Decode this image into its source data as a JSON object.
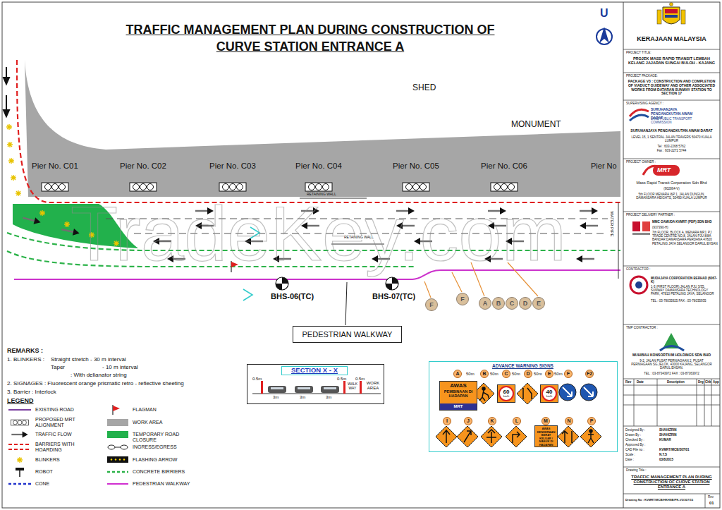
{
  "diagram": {
    "title": "TRAFFIC MANAGEMENT PLAN DURING CONSTRUCTION OF CURVE STATION ENTRANCE A",
    "nodes": [
      {
        "text": [
          "PEDESTRIAN WALKWAY"
        ]
      },
      {
        "text": [
          "F"
        ]
      },
      {
        "text": [
          "F"
        ]
      },
      {
        "text": [
          "A"
        ]
      },
      {
        "text": [
          "B"
        ]
      },
      {
        "text": [
          "C"
        ]
      },
      {
        "text": [
          "D"
        ]
      },
      {
        "text": [
          "E"
        ]
      },
      {
        "text": [
          "SECTION X - X"
        ]
      },
      {
        "text": [
          "ADVANCE WARNING SIGNS"
        ]
      },
      {
        "text": [
          "A"
        ],
        "in": 9
      },
      {
        "text": [
          "B"
        ],
        "in": 9
      },
      {
        "text": [
          "C"
        ],
        "in": 9
      },
      {
        "text": [
          "D"
        ],
        "in": 9
      },
      {
        "text": [
          "E"
        ],
        "in": 9
      },
      {
        "text": [
          "F"
        ],
        "in": 9
      },
      {
        "text": [
          "F2"
        ],
        "in": 9
      },
      {
        "text": [
          "AWAS",
          "PEMBINAAN DI HADAPAN",
          "MRT"
        ],
        "in": 9
      },
      {
        "text": [
          "60",
          "km/h"
        ],
        "in": 9
      },
      {
        "text": [
          "40",
          "km/h"
        ],
        "in": 9
      },
      {
        "text": [
          "I"
        ],
        "in": 9
      },
      {
        "text": [
          "J"
        ],
        "in": 9
      },
      {
        "text": [
          "K"
        ],
        "in": 9
      },
      {
        "text": [
          "L"
        ],
        "in": 9
      },
      {
        "text": [
          "M"
        ],
        "in": 9
      },
      {
        "text": [
          "N"
        ],
        "in": 9
      },
      {
        "text": [
          "P"
        ],
        "in": 9
      },
      {
        "text": [
          "AWAS KENDERAAN BERAT KELUAR / MASUK DI HADAPAN"
        ],
        "in": 9
      },
      {
        "text": [
          "KERAJAAN MALAYSIA"
        ]
      },
      {
        "text": [
          "PROJECT TITLE:",
          "PROJEK MASS RAPID TRANSIT LEMBAH KELANG JAJARAN SUNGAI BULOH - KAJANG"
        ]
      },
      {
        "text": [
          "PROJECT PACKAGE:",
          "PACKAGE V3 : CONSTRUCTION AND COMPLETION OF VIADUCT GUIDEWAY AND OTHER ASSOCIATED WORKS FROM DATARAN SUNWAY STATION TO SECTION 17"
        ]
      },
      {
        "text": [
          "SUPERVISING AGENCY :",
          "SURUHANJAYA PENGANGKUTAN AWAM DARAT",
          "LAND PUBLIC TRANSPORT COMMISSION",
          "SURUHANJAYA PENGANGKUTAN AWAM DARAT",
          "LEVEL 15, 1 SENTRAL JALAN TRAVERS 50470 KUALA LUMPUR",
          "Tel : 603-2268 5762",
          "Fax : 603-2272 5744"
        ]
      },
      {
        "text": [
          "PROJECT OWNER :",
          "MRT",
          "Mass Rapid Transit Corporation Sdn Bhd",
          "(902864-V)",
          "5th FLOOR MENARA I&P 1, JALAN DUNGUN, DAMANSARA HEIGHTS, 50490 KUALA LUMPUR"
        ]
      },
      {
        "text": [
          "PROJECT DELIVERY PARTNER :",
          "MMC GAMUDA KVMRT (PDP) SDN BHD",
          "(937390-H)",
          "7th FLOOR, BLOCK A, MENARA MPJ, PJ TRADE CENTRE NO.8, JALAN PJU 8/8A BANDAR DAMANSARA PERDANA 47820 PETALING JAYA SELANGOR DARUL EHSAN"
        ]
      },
      {
        "text": [
          "CONTRACTOR :",
          "MUDAJAYA CORPORATION BERHAD (6067-K)",
          "1-3 (FIRST FLOOR),JALAN PJU 3/35, SUNWAY DAMANSARA TECHNOLOGY PARK, 47810 PETALING JAYA, SELANGOR",
          "TEL : 03-78035925 FAX : 03-78035935"
        ]
      },
      {
        "text": [
          "TMP CONTRACTOR :",
          "MUHIBAH KONSORTIUM HOLDINGS SDN BHD",
          "9-2, JALAN PUSAT PERNIAGAAN 2, PUSAT PERNIAGAAN SG.JELOK, 43000 KAJANG, SELANGOR DARUL EHSAN.",
          "TEL : 03-87343972 FAX : 03-87363972"
        ]
      },
      {
        "text": [
          "Drawing Title :",
          "TRAFFIC MANAGEMENT PLAN DURING CONSTRUCTION OF CURVE STATION ENTRANCE A"
        ]
      }
    ],
    "labels": [
      "U",
      "SHED",
      "MONUMENT",
      "Pier No. C01",
      "Pier No. C02",
      "Pier No. C03",
      "Pier No. C04",
      "Pier No. C05",
      "Pier No. C06",
      "Pier No",
      "RETAINING WALL",
      "RETAINING WALL",
      "WATER PIPE",
      "BHS-06(TC)",
      "BHS-07(TC)",
      "TradeKey.com",
      "REMARKS :",
      "1. BLINKERS :",
      "Straight stretch - 30 m interval",
      "Taper",
      "- 10 m interval",
      ": With delianator string",
      "2. SIGNAGES : Fluorescent orange prismatic retro - reflective sheeting",
      "3. Barrier : Interlock",
      "LEGEND",
      "0.5m",
      "0.5m",
      "0.5m",
      "3m",
      "3m",
      "3m",
      "WALK WAY",
      "WORK AREA",
      "50m",
      "50m",
      "50m",
      "50m",
      "50m",
      "Rev",
      "Date",
      "Description",
      "Drg",
      "Chk",
      "App",
      "Designed By :",
      "SHAHIZRIN",
      "Drawn By :",
      "SHAHIZRIN",
      "Checked By :",
      "KUMAR",
      "Approved By :",
      "CAD File no :",
      "KVMRT/MCB/307/01",
      "Scale :",
      "N.T.S",
      "Date :",
      "03/8/2015",
      "Drawing No : KVMRT/MCB/HKHSB/PK-V3/307/15",
      "Rev",
      "01"
    ],
    "legend": [
      {
        "text": "EXISTING ROAD"
      },
      {
        "text": "PROPOSED MRT ALIGNMENT"
      },
      {
        "text": "TRAFFIC FLOW"
      },
      {
        "text": "BARRIERS WITH HOARDING"
      },
      {
        "text": "BLINKERS"
      },
      {
        "text": "ROBOT"
      },
      {
        "text": "CONE"
      },
      {
        "text": "FLAGMAN"
      },
      {
        "text": "WORK AREA",
        "color": "#a6a6a6"
      },
      {
        "text": "TEMPORARY ROAD CLOSURE",
        "color": "#22b14c"
      },
      {
        "text": "INGRESS/EGRESS"
      },
      {
        "text": "FLASHING ARROW"
      },
      {
        "text": "CONCRETE BIRRIERS"
      },
      {
        "text": "PEDESTRIAN WALKWAY"
      }
    ]
  }
}
